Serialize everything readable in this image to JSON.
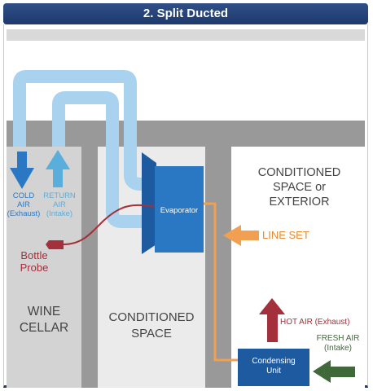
{
  "title": "2. Split Ducted",
  "labels": {
    "cold_air": "COLD\nAIR\n(Exhaust)",
    "return_air": "RETURN\nAIR\n(Intake)",
    "conditioned_exterior": "CONDITIONED\nSPACE or\nEXTERIOR",
    "evaporator": "Evaporator",
    "line_set": "LINE SET",
    "bottle_probe": "Bottle\nProbe",
    "wine_cellar": "WINE\nCELLAR",
    "conditioned_space": "CONDITIONED\nSPACE",
    "hot_air": "HOT AIR (Exhaust)",
    "fresh_air": "FRESH AIR\n(Intake)",
    "condensing_unit": "Condensing\nUnit"
  },
  "colors": {
    "header": "#1e3a6e",
    "duct": "#a9d2ee",
    "wall": "#999999",
    "cellar": "#d3d3d3",
    "conditioned": "#ebebeb",
    "unit_blue": "#2a78c4",
    "unit_dark": "#1d5aa0",
    "cold_arrow": "#2a78c4",
    "return_arrow": "#5aaedc",
    "line_set": "#f0a050",
    "probe": "#a3303a",
    "hot_arrow": "#a3303a",
    "fresh_arrow": "#40693a"
  }
}
